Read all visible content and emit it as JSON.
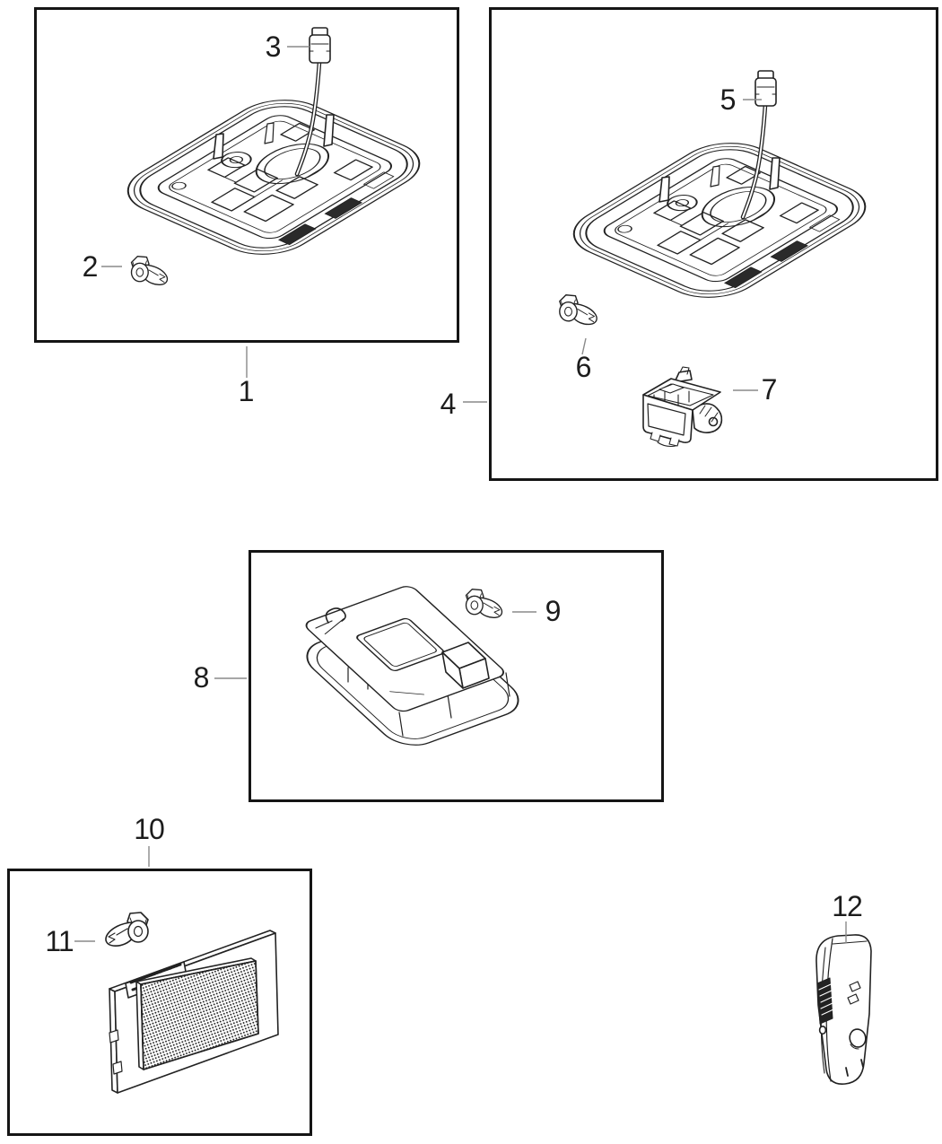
{
  "diagram": {
    "background": "#ffffff",
    "line_color": "#222222",
    "leader_line_color": "#8a8a8a",
    "callouts": {
      "c1": "1",
      "c2": "2",
      "c3": "3",
      "c4": "4",
      "c5": "5",
      "c6": "6",
      "c7": "7",
      "c8": "8",
      "c9": "9",
      "c10": "10",
      "c11": "11",
      "c12": "12"
    }
  }
}
